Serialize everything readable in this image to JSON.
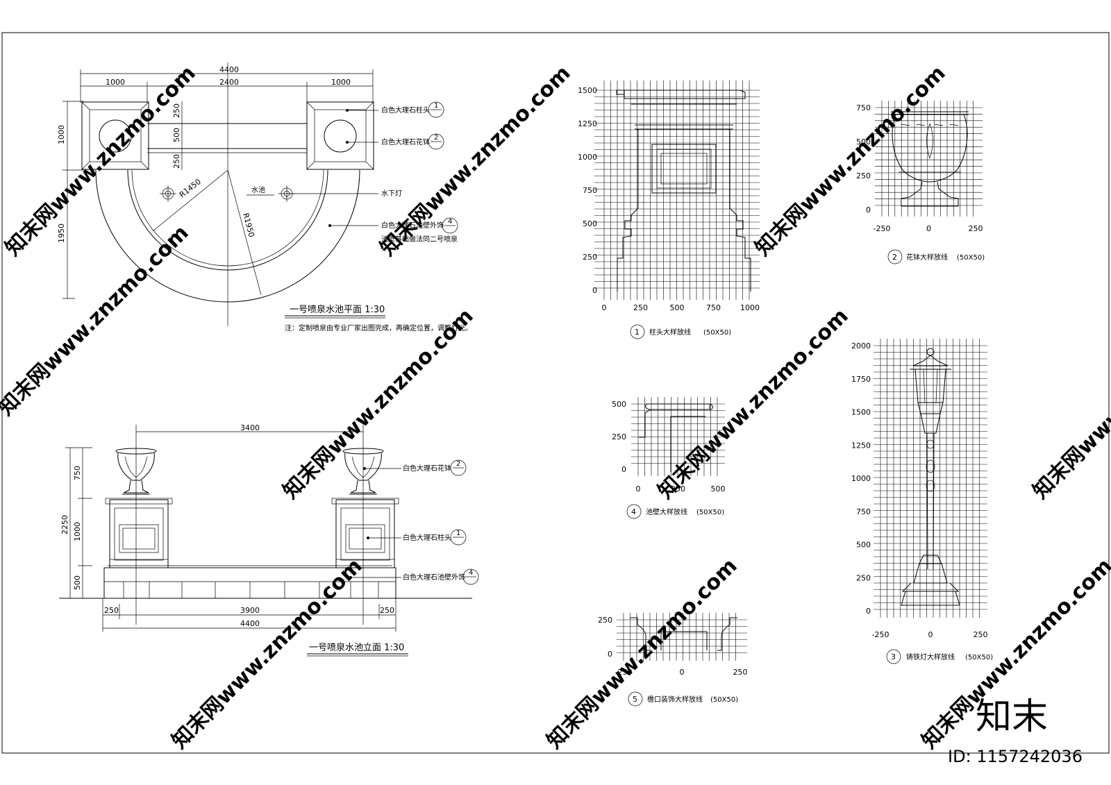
{
  "plan": {
    "dims": {
      "total": "4400",
      "left": "1000",
      "mid": "2400",
      "right": "1000",
      "h1": "1000",
      "h2": "1950",
      "v1": "250",
      "v2": "500",
      "v3": "250"
    },
    "radius1": "R1450",
    "radius2": "R1950",
    "pool": "水池",
    "labels": {
      "cap": "白色大理石柱头",
      "basin": "白色大理石花钵",
      "light": "水下灯",
      "wall": "白色大理石池壁外饰",
      "wall_note": "池壁基础做法同二号喷泉"
    },
    "refs": {
      "cap": "1",
      "basin": "2",
      "wall": "4"
    },
    "title": "一号喷泉水池平面  1:30",
    "note": "注：定制喷泉由专业厂家出图完成，再确定位置，调整灯光。"
  },
  "elevation": {
    "dims": {
      "top": "3400",
      "h_total": "2250",
      "h1": "750",
      "h2": "1000",
      "h3": "500",
      "b1": "250",
      "b2": "3900",
      "b3": "250",
      "b_total": "4400"
    },
    "labels": {
      "basin": "白色大理石花钵",
      "cap": "白色大理石柱头",
      "wall": "白色大理石池壁外饰"
    },
    "refs": {
      "basin": "2",
      "cap": "1",
      "wall": "4"
    },
    "title": "一号喷泉水池立面  1:30"
  },
  "details": {
    "d1": {
      "num": "1",
      "title": "柱头大样放线",
      "scale": "(50X50)",
      "y": [
        "1500",
        "1250",
        "1000",
        "750",
        "500",
        "250",
        "0"
      ],
      "x": [
        "0",
        "250",
        "500",
        "750",
        "1000"
      ]
    },
    "d2": {
      "num": "2",
      "title": "花钵大样放线",
      "scale": "(50X50)",
      "y": [
        "750",
        "500",
        "250",
        "0"
      ],
      "x": [
        "-250",
        "0",
        "250"
      ]
    },
    "d3": {
      "num": "3",
      "title": "铸铁灯大样放线",
      "scale": "(50X50)",
      "y": [
        "2000",
        "1750",
        "1500",
        "1250",
        "1000",
        "750",
        "500",
        "250",
        "0"
      ],
      "x": [
        "-250",
        "0",
        "250"
      ]
    },
    "d4": {
      "num": "4",
      "title": "池壁大样放线",
      "scale": "(50X50)",
      "y": [
        "500",
        "250",
        "0"
      ],
      "x": [
        "0",
        "250",
        "500"
      ]
    },
    "d5": {
      "num": "5",
      "title": "檐口装饰大样放线",
      "scale": "(50X50)",
      "y": [
        "250",
        "0"
      ],
      "x": [
        "-250",
        "0",
        "250"
      ]
    }
  },
  "watermarks": {
    "site": "知末网www.znzmo.com",
    "brand": "知末",
    "id": "ID: 1157242036"
  },
  "colors": {
    "line": "#000000",
    "watermark": "#d9d9d9",
    "background": "#ffffff"
  }
}
